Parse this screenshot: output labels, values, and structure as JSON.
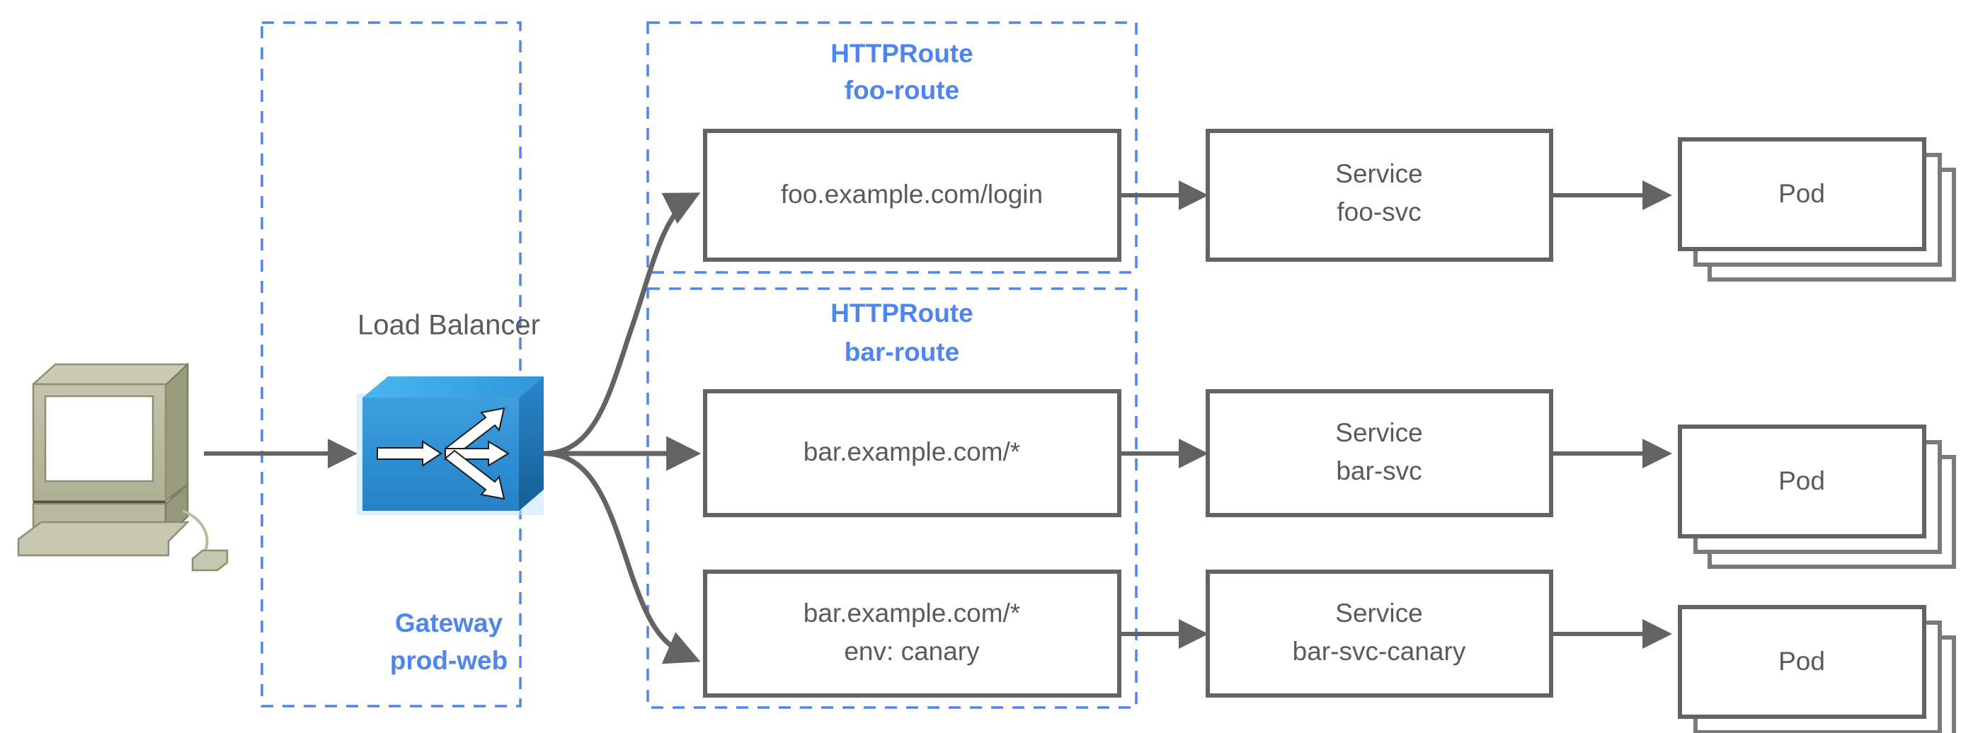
{
  "diagram": {
    "title": "Kubernetes Gateway API routing diagram",
    "colors": {
      "accent_blue": "#4f86ed",
      "node_stroke": "#636363",
      "node_text": "#5a5a5a",
      "lb_body": "#2f8fd4",
      "lb_top": "#49b3f0",
      "lb_side": "#1f6ea8",
      "client_body": "#b5b79a",
      "client_shade": "#9a9c7e",
      "canvas": "#ffffff"
    }
  },
  "client": {
    "name": "client-computer-icon"
  },
  "load_balancer": {
    "caption": "Load Balancer",
    "icon": "load-balancer-3d-icon"
  },
  "groups": [
    {
      "id": "gateway",
      "kind": "Gateway",
      "name": "prod-web",
      "label_lines": [
        "Gateway",
        "prod-web"
      ],
      "label_position": "bottom"
    },
    {
      "id": "foo-route",
      "kind": "HTTPRoute",
      "name": "foo-route",
      "label_lines": [
        "HTTPRoute",
        "foo-route"
      ],
      "label_position": "top"
    },
    {
      "id": "bar-route",
      "kind": "HTTPRoute",
      "name": "bar-route",
      "label_lines": [
        "HTTPRoute",
        "bar-route"
      ],
      "label_position": "top"
    }
  ],
  "rows": [
    {
      "id": "row-foo",
      "route_group": "foo-route",
      "rule": {
        "lines": [
          "foo.example.com/login"
        ]
      },
      "service": {
        "lines": [
          "Service",
          "foo-svc"
        ]
      },
      "pods": {
        "lines": [
          "Pod"
        ],
        "stack_count": 3
      }
    },
    {
      "id": "row-bar",
      "route_group": "bar-route",
      "rule": {
        "lines": [
          "bar.example.com/*"
        ]
      },
      "service": {
        "lines": [
          "Service",
          "bar-svc"
        ]
      },
      "pods": {
        "lines": [
          "Pod"
        ],
        "stack_count": 3
      }
    },
    {
      "id": "row-bar-canary",
      "route_group": "bar-route",
      "rule": {
        "lines": [
          "bar.example.com/*",
          "env: canary"
        ]
      },
      "service": {
        "lines": [
          "Service",
          "bar-svc-canary"
        ]
      },
      "pods": {
        "lines": [
          "Pod"
        ],
        "stack_count": 3
      }
    }
  ]
}
